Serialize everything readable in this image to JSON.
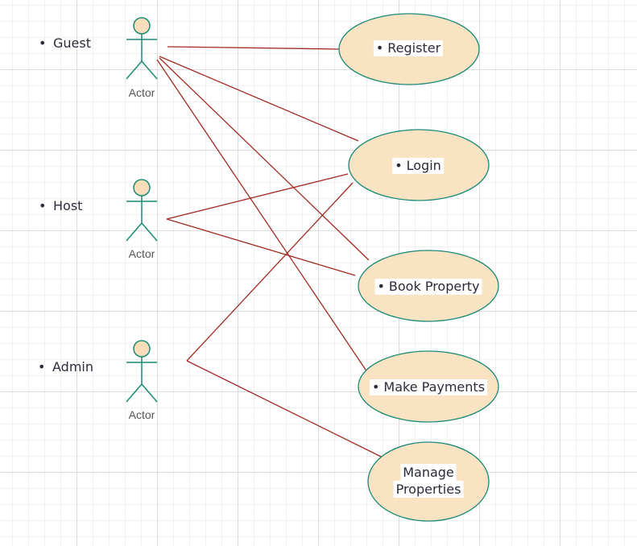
{
  "colors": {
    "actor_stroke": "#1b8a76",
    "actor_head_fill": "#f9ddbb",
    "usecase_fill": "#fae3c2",
    "usecase_stroke": "#1b8a76",
    "association_line": "#a12a20"
  },
  "actors": [
    {
      "id": "guest",
      "role_label": "Guest",
      "caption": "Actor"
    },
    {
      "id": "host",
      "role_label": "Host",
      "caption": "Actor"
    },
    {
      "id": "admin",
      "role_label": "Admin",
      "caption": "Actor"
    }
  ],
  "use_cases": [
    {
      "id": "register",
      "label": "Register",
      "bullet": true
    },
    {
      "id": "login",
      "label": "Login",
      "bullet": true
    },
    {
      "id": "book_property",
      "label": "Book Property",
      "bullet": true
    },
    {
      "id": "make_payments",
      "label": "Make Payments",
      "bullet": true
    },
    {
      "id": "manage_properties",
      "label_lines": [
        "Manage",
        "Properties"
      ],
      "bullet": false
    }
  ],
  "associations": [
    {
      "from": "guest",
      "to": "register"
    },
    {
      "from": "guest",
      "to": "login"
    },
    {
      "from": "guest",
      "to": "book_property"
    },
    {
      "from": "guest",
      "to": "make_payments"
    },
    {
      "from": "host",
      "to": "login"
    },
    {
      "from": "host",
      "to": "book_property"
    },
    {
      "from": "admin",
      "to": "login"
    },
    {
      "from": "admin",
      "to": "manage_properties"
    }
  ]
}
